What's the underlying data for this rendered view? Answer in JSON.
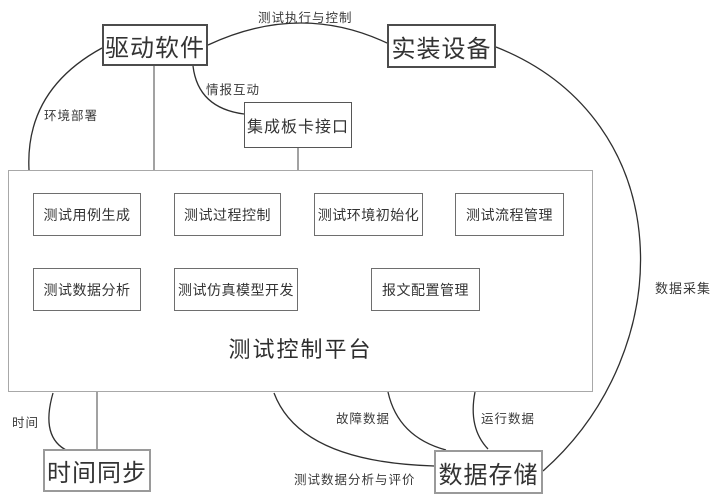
{
  "diagram": {
    "nodes": {
      "driver": {
        "label": "驱动软件"
      },
      "device": {
        "label": "实装设备"
      },
      "board": {
        "label": "集成板卡接口"
      },
      "time_sync": {
        "label": "时间同步"
      },
      "data_store": {
        "label": "数据存储"
      }
    },
    "platform": {
      "title": "测试控制平台",
      "modules": [
        {
          "label": "测试用例生成"
        },
        {
          "label": "测试过程控制"
        },
        {
          "label": "测试环境初始化"
        },
        {
          "label": "测试流程管理"
        },
        {
          "label": "测试数据分析"
        },
        {
          "label": "测试仿真模型开发"
        },
        {
          "label": "报文配置管理"
        }
      ]
    },
    "edge_labels": {
      "test_execution": "测试执行与控制",
      "intel_interaction": "情报互动",
      "env_deploy": "环境部署",
      "data_collect": "数据采集",
      "time": "时间",
      "fault_data": "故障数据",
      "run_data": "运行数据",
      "analysis_eval": "测试数据分析与评价"
    },
    "colors": {
      "line": "#2f2f2f",
      "node_border": "#4c4c4c",
      "platform_border": "#a8a8a8",
      "background": "#ffffff"
    }
  }
}
